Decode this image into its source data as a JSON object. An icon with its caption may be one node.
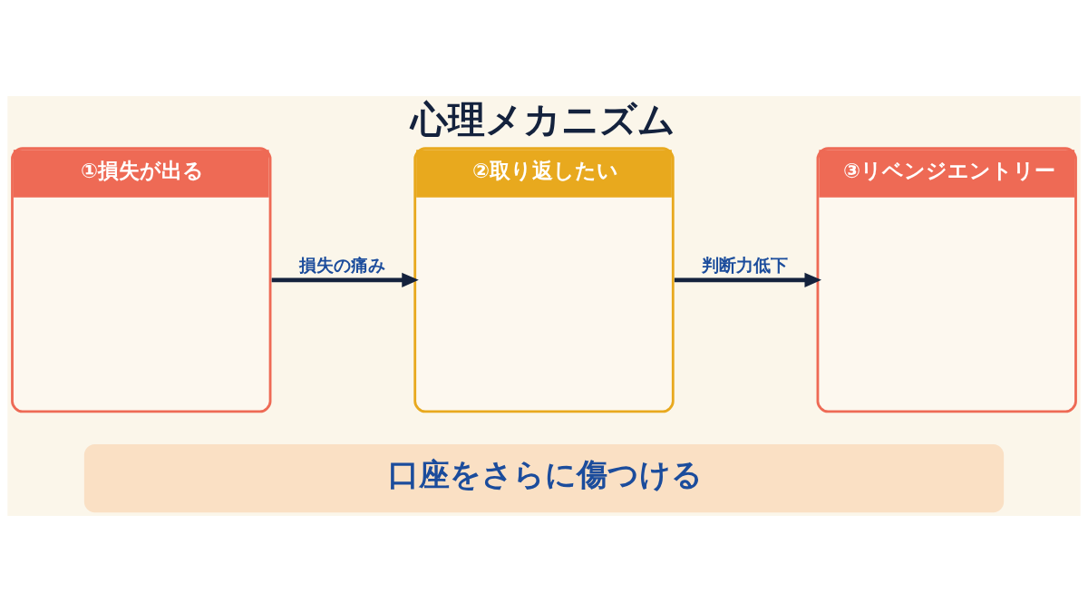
{
  "diagram": {
    "title": "心理メカニズム",
    "nodes": [
      {
        "text": [
          "①損失が出る"
        ]
      },
      {
        "text": [
          "②取り返したい"
        ]
      },
      {
        "text": [
          "③リベンジエントリー"
        ]
      },
      {
        "text": [
          "口座をさらに傷つける"
        ]
      }
    ],
    "edges": [
      {
        "from": 0,
        "to": 1,
        "arrow": "to",
        "label": "損失の痛み"
      },
      {
        "from": 1,
        "to": 2,
        "arrow": "to",
        "label": "判断力低下"
      }
    ]
  }
}
